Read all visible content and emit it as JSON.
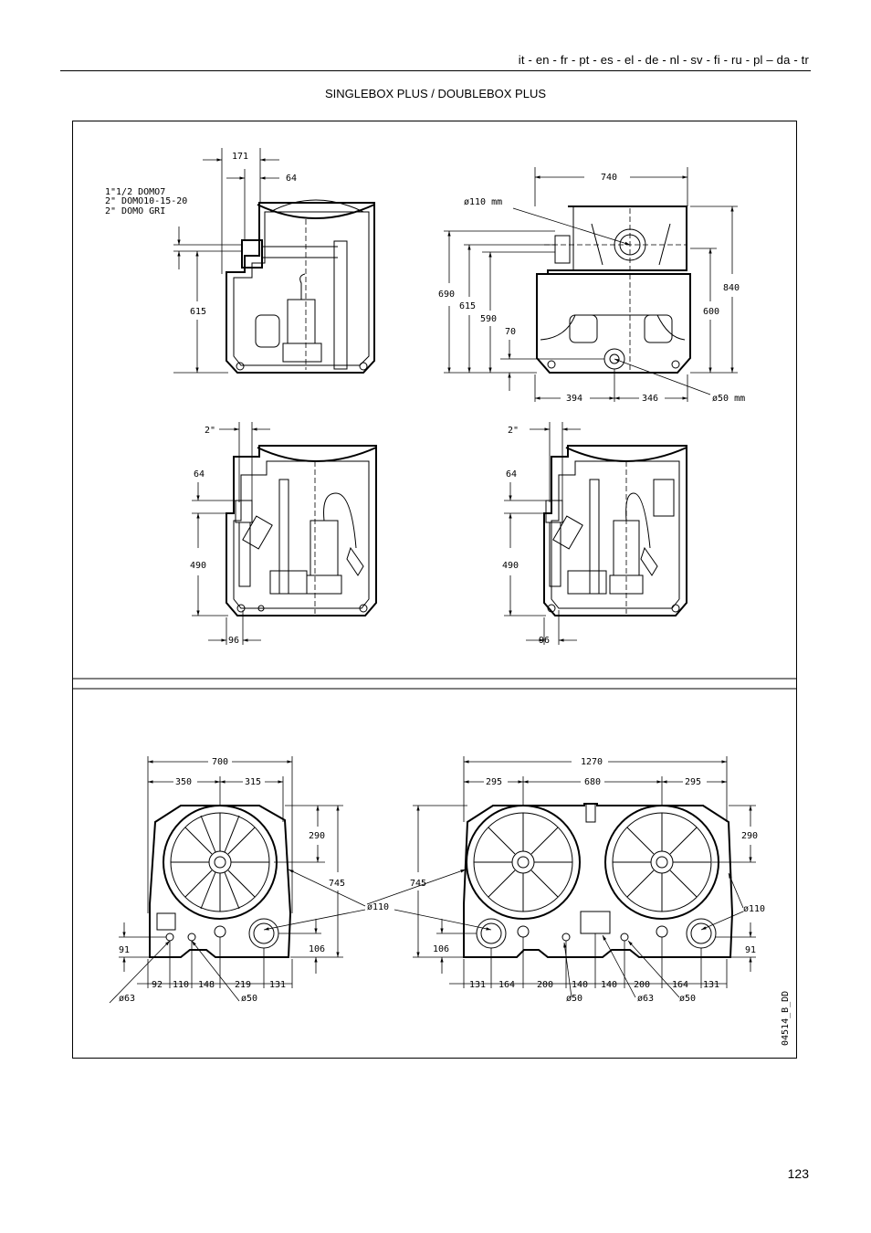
{
  "header": {
    "languages": "it - en - fr - pt - es - el - de - nl - sv - fi - ru - pl – da - tr",
    "title": "SINGLEBOX PLUS / DOUBLEBOX PLUS"
  },
  "page_number": "123",
  "drawing_code": "04514_B_DD",
  "side_view_single": {
    "note_lines": [
      "1\"1/2 DOMO7",
      "2\"    DOMO10-15-20",
      "2\"    DOMO GRI"
    ],
    "dim_171": "171",
    "dim_64": "64",
    "dim_615": "615"
  },
  "front_view": {
    "dim_740": "740",
    "dim_pipe": "ø110 mm",
    "dim_690": "690",
    "dim_615": "615",
    "dim_590": "590",
    "dim_70": "70",
    "dim_840": "840",
    "dim_600": "600",
    "dim_394": "394",
    "dim_346": "346",
    "dim_drain": "ø50 mm"
  },
  "side_view_left": {
    "dim_2in": "2\"",
    "dim_64": "64",
    "dim_490": "490",
    "dim_96": "96"
  },
  "side_view_right": {
    "dim_2in": "2\"",
    "dim_64": "64",
    "dim_490": "490",
    "dim_96": "96"
  },
  "top_single": {
    "dim_700": "700",
    "dim_350": "350",
    "dim_315": "315",
    "dim_290": "290",
    "dim_745": "745",
    "dim_110": "ø110",
    "dim_91": "91",
    "dim_106": "106",
    "dim_92": "92",
    "dim_110b": "110",
    "dim_148": "148",
    "dim_219": "219",
    "dim_131": "131",
    "dim_63": "ø63",
    "dim_50": "ø50"
  },
  "top_double": {
    "dim_1270": "1270",
    "dim_295a": "295",
    "dim_680": "680",
    "dim_295b": "295",
    "dim_745": "745",
    "dim_290": "290",
    "dim_110": "ø110",
    "dim_106": "106",
    "dim_91": "91",
    "dim_131a": "131",
    "dim_164a": "164",
    "dim_200a": "200",
    "dim_140a": "140",
    "dim_140b": "140",
    "dim_200b": "200",
    "dim_164b": "164",
    "dim_131b": "131",
    "dim_50a": "ø50",
    "dim_63": "ø63",
    "dim_50b": "ø50"
  }
}
